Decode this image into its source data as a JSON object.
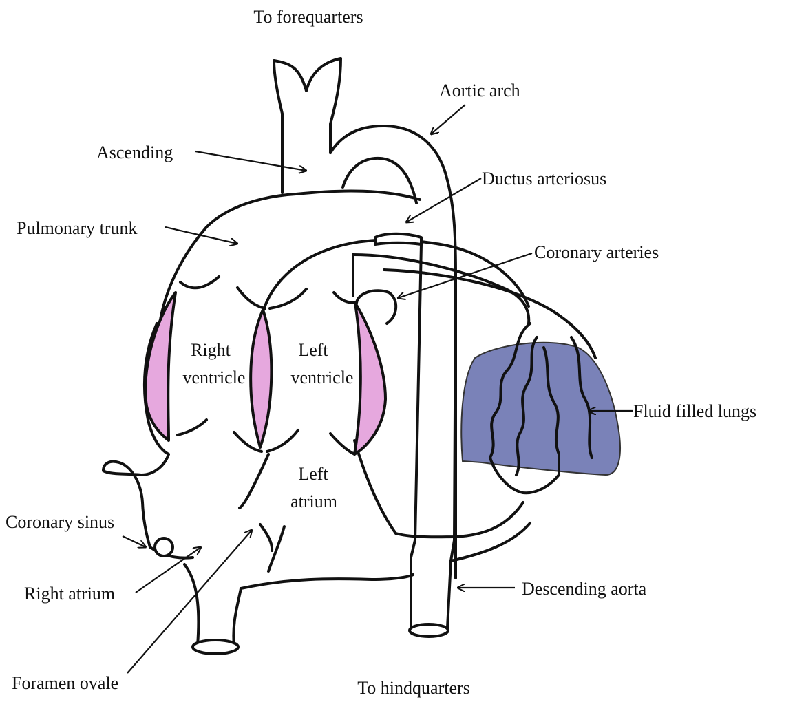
{
  "labels": {
    "to_forequarters": "To forequarters",
    "aortic_arch": "Aortic arch",
    "ascending": "Ascending",
    "ductus_arteriosus": "Ductus arteriosus",
    "pulmonary_trunk": "Pulmonary trunk",
    "coronary_arteries": "Coronary arteries",
    "right_ventricle_line1": "Right",
    "right_ventricle_line2": "ventricle",
    "left_ventricle_line1": "Left",
    "left_ventricle_line2": "ventricle",
    "fluid_filled_lungs": "Fluid filled lungs",
    "left_atrium_line1": "Left",
    "left_atrium_line2": "atrium",
    "coronary_sinus": "Coronary sinus",
    "right_atrium": "Right atrium",
    "descending_aorta": "Descending aorta",
    "foramen_ovale": "Foramen ovale",
    "to_hindquarters": "To hindquarters"
  },
  "colors": {
    "ventricle_wall": "#e6a8de",
    "lung": "#7a82b8",
    "outline": "#111111",
    "background": "#ffffff"
  }
}
